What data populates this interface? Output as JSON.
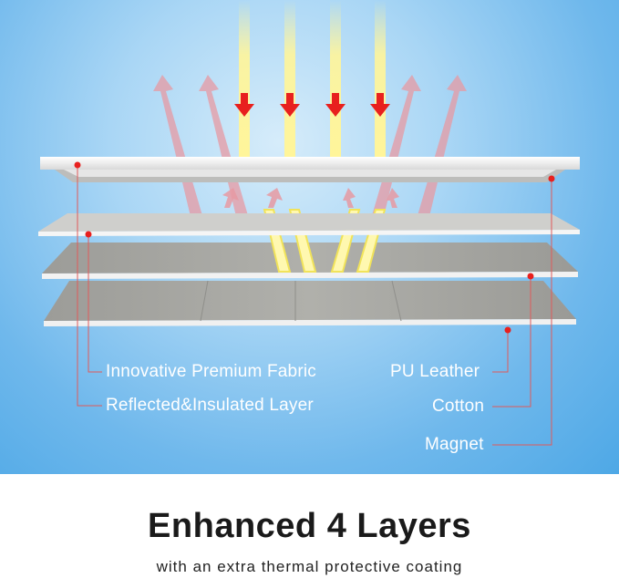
{
  "labels": {
    "fabric": "Innovative Premium Fabric",
    "reflected": "Reflected&Insulated Layer",
    "pu_leather": "PU Leather",
    "cotton": "Cotton",
    "magnet": "Magnet"
  },
  "heading": {
    "title": "Enhanced 4 Layers",
    "subtitle": "with an extra thermal protective coating"
  },
  "colors": {
    "sky_blue": "#4ea8e6",
    "heat_arrow_red": "#e8201e",
    "light_beam_yellow": "#fff59a",
    "reflected_arrow_pink": "#e79aa3",
    "layer_gray": "#a3a3a0",
    "layer_light": "#efefef"
  }
}
